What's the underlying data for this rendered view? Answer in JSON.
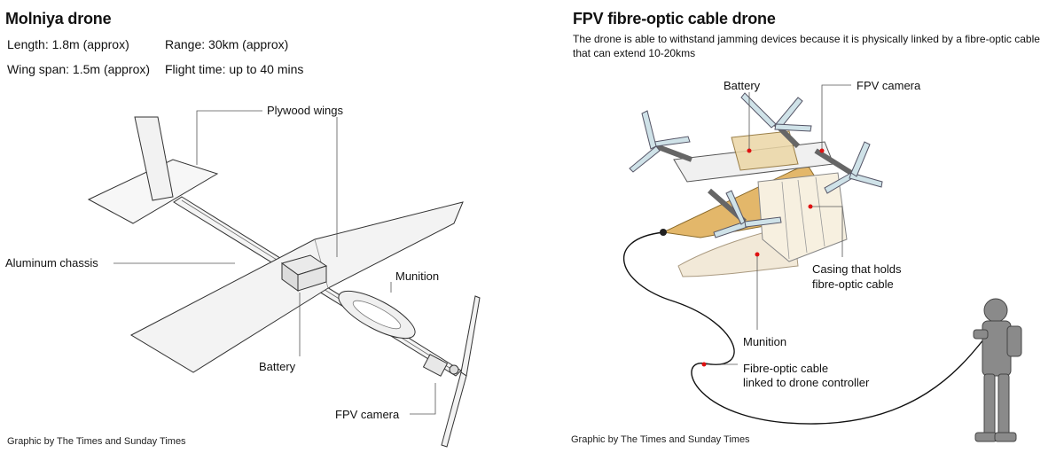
{
  "molniya": {
    "title": "Molniya drone",
    "specs": {
      "length": "Length: 1.8m (approx)",
      "range": "Range: 30km (approx)",
      "wingspan": "Wing span: 1.5m (approx)",
      "flight_time": "Flight time: up to 40 mins"
    },
    "labels": {
      "plywood_wings": "Plywood wings",
      "aluminum_chassis": "Aluminum chassis",
      "munition": "Munition",
      "battery": "Battery",
      "fpv_camera": "FPV camera"
    },
    "credit": "Graphic by The Times and Sunday Times"
  },
  "fpv": {
    "title": "FPV fibre-optic cable drone",
    "description": "The drone is able to withstand jamming devices because it is physically linked by a fibre-optic cable that can extend 10-20kms",
    "labels": {
      "battery": "Battery",
      "fpv_camera": "FPV camera",
      "casing_line1": "Casing that holds",
      "casing_line2": "fibre-optic cable",
      "munition": "Munition",
      "cable_line1": "Fibre-optic cable",
      "cable_line2": "linked to drone controller"
    },
    "credit": "Graphic by The Times and Sunday Times"
  },
  "colors": {
    "marker_red": "#e01010",
    "casing_orange": "#e3b76a",
    "munition_cream": "#f2e9d8",
    "propeller_blue": "#cfe2e8",
    "line_gray": "#555555"
  }
}
